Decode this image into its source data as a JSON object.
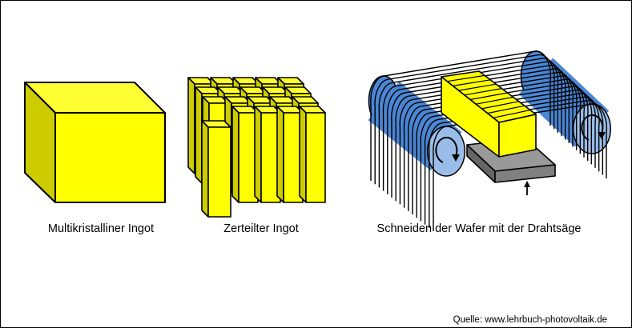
{
  "labels": {
    "ingot": "Multikristalliner Ingot",
    "cut_ingot": "Zerteilter Ingot",
    "wire_saw": "Schneiden der Wafer mit der Drahtsäge"
  },
  "source": "Quelle: www.lehrbuch-photovoltaik.de",
  "colors": {
    "yellow": "#ffff00",
    "yellow_dark": "#cccc00",
    "roller_blue": "#4a86d4",
    "roller_end": "#99bde8",
    "table_grey": "#808080"
  }
}
